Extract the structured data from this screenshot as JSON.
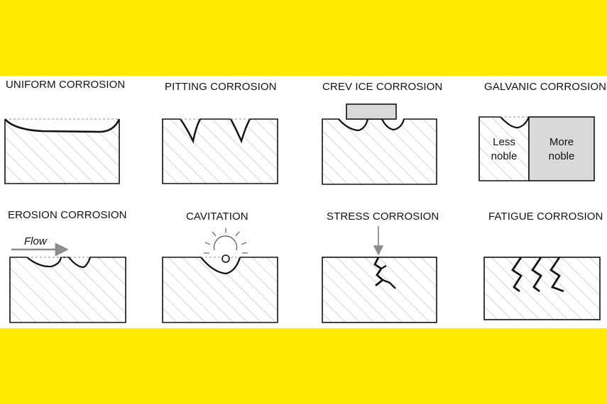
{
  "colors": {
    "band": "#FFEA00",
    "hatch": "#b3b3b3",
    "outline": "#111111",
    "noble_fill": "#d9d9d9",
    "arrow": "#8c8c8c"
  },
  "titles": {
    "uniform": "UNIFORM CORROSION",
    "pitting": "PITTING CORROSION",
    "crevice": "CREV ICE CORROSION",
    "galvanic": "GALVANIC CORROSION",
    "erosion": "EROSION CORROSION",
    "cavitation": "CAVITATION",
    "stress": "STRESS CORROSION",
    "fatigue": "FATIGUE CORROSION"
  },
  "labels": {
    "less_noble": "Less\nnoble",
    "more_noble": "More\nnoble",
    "flow": "Flow"
  }
}
